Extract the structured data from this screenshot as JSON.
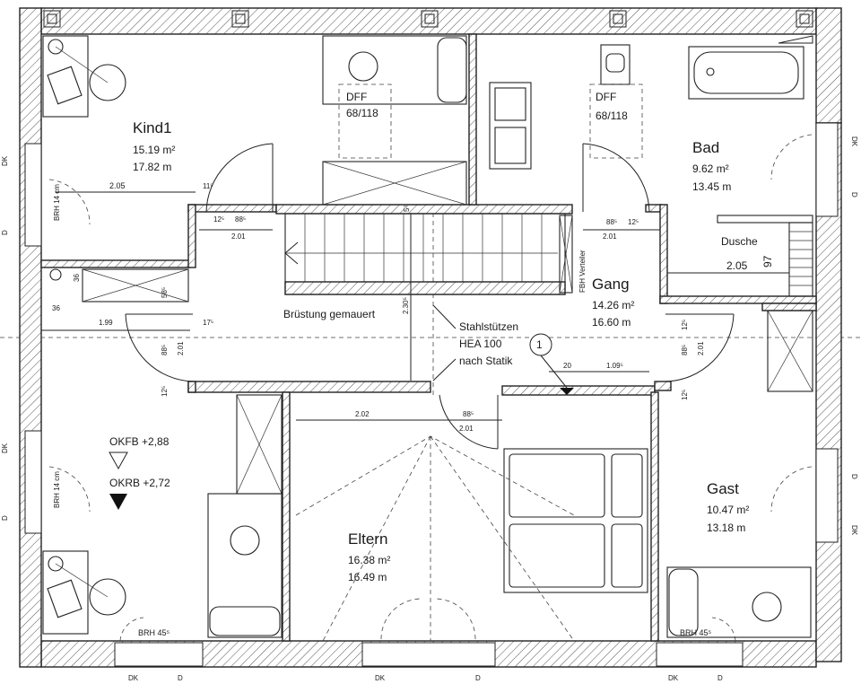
{
  "rooms": {
    "kind1": {
      "name": "Kind1",
      "area": "15.19 m²",
      "perimeter": "17.82 m"
    },
    "bad": {
      "name": "Bad",
      "area": "9.62 m²",
      "perimeter": "13.45 m"
    },
    "gang": {
      "name": "Gang",
      "area": "14.26 m²",
      "perimeter": "16.60 m"
    },
    "gast": {
      "name": "Gast",
      "area": "10.47 m²",
      "perimeter": "13.18 m"
    },
    "eltern": {
      "name": "Eltern",
      "area": "16.38 m²",
      "perimeter": "16.49 m"
    }
  },
  "labels": {
    "dff_left": "DFF",
    "dff_left_size": "68/118",
    "dff_right": "DFF",
    "dff_right_size": "68/118",
    "dusche": "Dusche",
    "bruestung": "Brüstung gemauert",
    "stahl1": "Stahlstützen",
    "stahl2": "HEA 100",
    "stahl3": "nach Statik",
    "okfb": "OKFB +2,88",
    "okrb": "OKRB +2,72",
    "fbh": "FBH Verteiler",
    "brh_top": "BRH 14 cm",
    "brh_bottom": "BRH 14 cm",
    "brh_left": "BRH 45⁵",
    "brh_right": "BRH 45⁵",
    "axis_marker": "1"
  },
  "side_marks": {
    "dk": "DK",
    "d": "D"
  },
  "dims": {
    "d205_kind": "2.05",
    "d11": "11⁵",
    "d125_a": "12⁵",
    "d885_a": "88⁵",
    "d201_a": "2.01",
    "d885_b": "88⁵",
    "d125_b": "12⁵",
    "d201_b": "2.01",
    "d205_bad": "2.05",
    "d97": "97",
    "d36_v": "36",
    "d58": "58⁵",
    "d36_h": "36",
    "d199": "1.99",
    "d175": "17⁵",
    "d885_c": "88⁵",
    "d201_c": "2.01",
    "d125_c": "12⁵",
    "d230": "2.30⁵",
    "d57": "5⁷",
    "d125_d": "12⁵",
    "d885_d": "88⁵",
    "d201_d": "2.01",
    "d125_e": "12⁵",
    "d20": "20",
    "d1095": "1.09⁵",
    "d202": "2.02",
    "d885_e": "88⁵",
    "d201_e": "2.01"
  }
}
